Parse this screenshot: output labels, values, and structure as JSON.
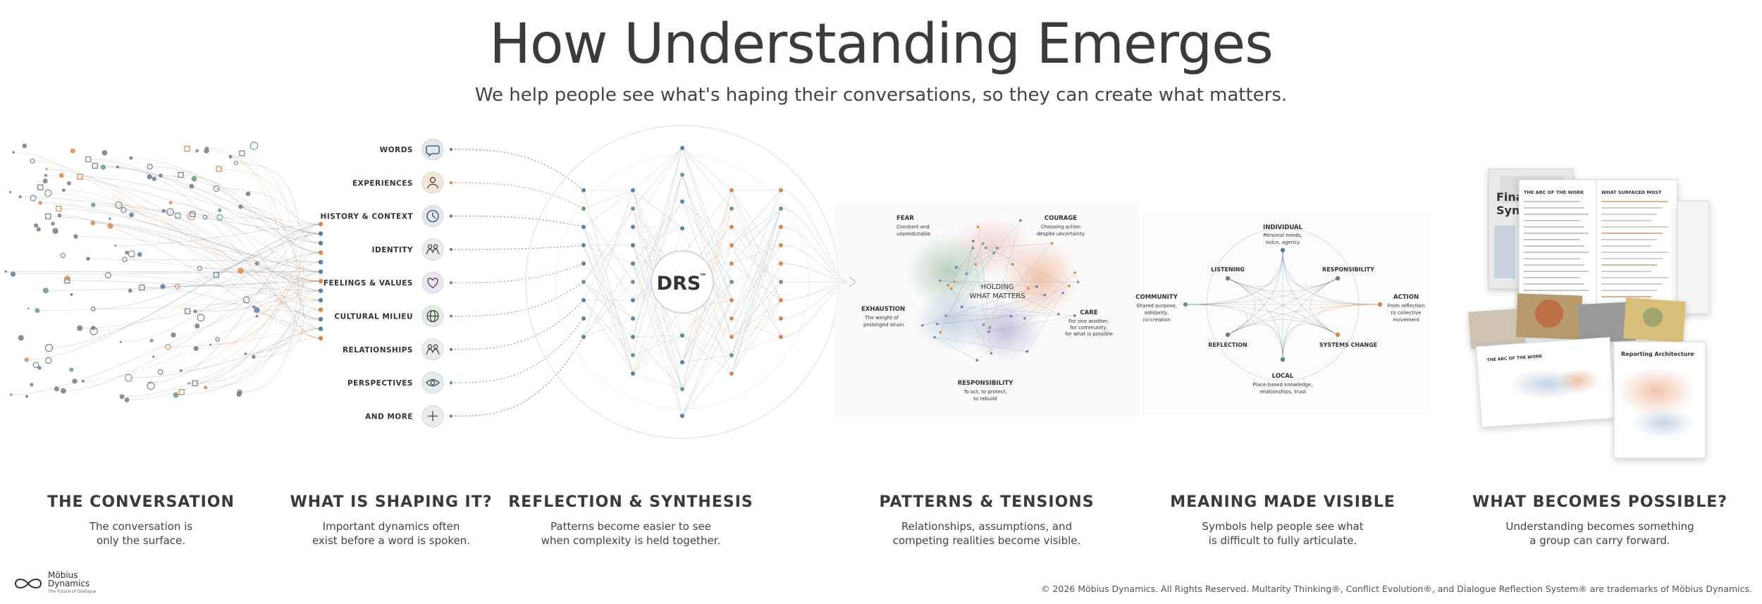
{
  "header": {
    "title": "How Understanding Emerges",
    "subtitle": "We help people see what's haping their conversations, so they can create what matters."
  },
  "colors": {
    "blue": "#5b7fa6",
    "orange": "#d9874a",
    "green": "#6e9a7c",
    "purple": "#8b7fb0",
    "grey": "#7a7a7a"
  },
  "dimensions": {
    "items": [
      {
        "label": "WORDS",
        "icon": "speech-bubble-icon",
        "color": "#5b7fa6"
      },
      {
        "label": "EXPERIENCES",
        "icon": "person-icon",
        "color": "#d9874a"
      },
      {
        "label": "HISTORY & CONTEXT",
        "icon": "clock-icon",
        "color": "#5b7fa6"
      },
      {
        "label": "IDENTITY",
        "icon": "people-icon",
        "color": "#7a7a7a"
      },
      {
        "label": "FEELINGS & VALUES",
        "icon": "heart-icon",
        "color": "#8b7fb0"
      },
      {
        "label": "CULTURAL MILIEU",
        "icon": "globe-icon",
        "color": "#6e9a7c"
      },
      {
        "label": "RELATIONSHIPS",
        "icon": "group-icon",
        "color": "#7a7a7a"
      },
      {
        "label": "PERSPECTIVES",
        "icon": "eye-icon",
        "color": "#5b9aa6"
      },
      {
        "label": "AND MORE",
        "icon": "plus-icon",
        "color": "#7a7a7a"
      }
    ]
  },
  "drs": {
    "label": "DRS",
    "mark": "™"
  },
  "patterns": {
    "center_l1": "HOLDING",
    "center_l2": "WHAT MATTERS",
    "fear": {
      "title": "FEAR",
      "l1": "Constant and",
      "l2": "unpredictable"
    },
    "courage": {
      "title": "COURAGE",
      "l1": "Choosing action",
      "l2": "despite uncertainty"
    },
    "exhaustion": {
      "title": "EXHAUSTION",
      "l1": "The weight of",
      "l2": "prolonged strain"
    },
    "care": {
      "title": "CARE",
      "l1": "For one another,",
      "l2": "for community,",
      "l3": "for what is possible"
    },
    "responsibility": {
      "title": "RESPONSIBILITY",
      "l1": "To act, to protect,",
      "l2": "to rebuild"
    }
  },
  "meaning": {
    "individual": {
      "title": "INDIVIDUAL",
      "l1": "Personal needs,",
      "l2": "voice, agency"
    },
    "community": {
      "title": "COMMUNITY",
      "l1": "Shared purpose,",
      "l2": "solidarity,",
      "l3": "co-creation"
    },
    "action": {
      "title": "ACTION",
      "l1": "From reflection",
      "l2": "to collective",
      "l3": "movement"
    },
    "local": {
      "title": "LOCAL",
      "l1": "Place-based knowledge,",
      "l2": "relationships, trust"
    },
    "listening": "LISTENING",
    "responsibility": "RESPONSIBILITY",
    "reflection": "REFLECTION",
    "systems_change": "SYSTEMS CHANGE"
  },
  "documents": {
    "cover_title_l1": "Final",
    "cover_title_l2": "Synth",
    "page_heading_1": "THE ARC OF THE WORK",
    "page_heading_2": "WHAT SURFACED MOST",
    "page_heading_3": "THE ARC OF THE WORK",
    "page_heading_4": "Reporting Architecture"
  },
  "columns": [
    {
      "heading": "THE CONVERSATION",
      "line1": "The conversation is",
      "line2": "only the surface."
    },
    {
      "heading": "WHAT IS SHAPING IT?",
      "line1": "Important dynamics often",
      "line2": "exist before a word is spoken."
    },
    {
      "heading": "REFLECTION & SYNTHESIS",
      "line1": "Patterns become easier to see",
      "line2": "when complexity is held together."
    },
    {
      "heading": "PATTERNS & TENSIONS",
      "line1": "Relationships, assumptions, and",
      "line2": "competing realities become visible."
    },
    {
      "heading": "MEANING MADE VISIBLE",
      "line1": "Symbols help people see what",
      "line2": "is difficult to fully articulate."
    },
    {
      "heading": "WHAT BECOMES POSSIBLE?",
      "line1": "Understanding becomes something",
      "line2": "a group can carry forward."
    }
  ],
  "footer": {
    "logo_l1": "Möbius",
    "logo_l2": "Dynamics",
    "logo_tag": "The Future of Dialogue",
    "copyright": "© 2026 Möbius Dynamics. All Rights Reserved. Multarity Thinking®, Conflict Evolution®, and Dialogue Reflection System® are trademarks of Möbius Dynamics."
  }
}
